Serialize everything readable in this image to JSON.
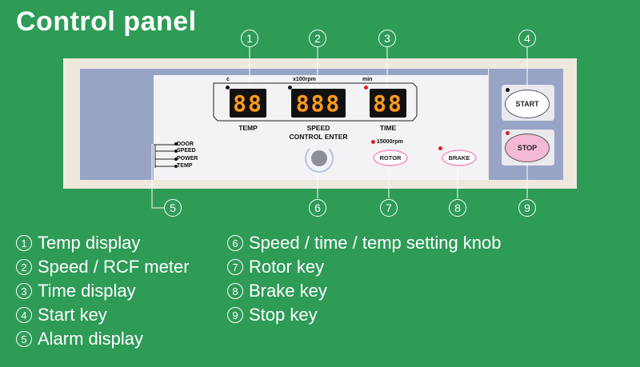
{
  "title": "Control panel",
  "panel": {
    "temp_unit": "c",
    "speed_unit": "x100rpm",
    "time_unit": "min",
    "temp_digits": "88",
    "speed_digits": "888",
    "time_digits": "88",
    "temp_label": "TEMP",
    "speed_label": "SPEED",
    "time_label": "TIME",
    "control_enter": "CONTROL ENTER",
    "alarms": [
      "DOOR",
      "SPEED",
      "POWER",
      "TEMP"
    ],
    "rotor_speed": "15000rpm",
    "rotor_key": "ROTOR",
    "brake_key": "BRAKE",
    "start_key": "START",
    "stop_key": "STOP"
  },
  "callouts": [
    "1",
    "2",
    "3",
    "4",
    "5",
    "6",
    "7",
    "8",
    "9"
  ],
  "legend": [
    {
      "num": "1",
      "text": "Temp display"
    },
    {
      "num": "2",
      "text": "Speed / RCF meter"
    },
    {
      "num": "3",
      "text": "Time display"
    },
    {
      "num": "4",
      "text": "Start key"
    },
    {
      "num": "5",
      "text": "Alarm display"
    },
    {
      "num": "6",
      "text": "Speed / time / temp setting knob"
    },
    {
      "num": "7",
      "text": "Rotor key"
    },
    {
      "num": "8",
      "text": "Brake key"
    },
    {
      "num": "9",
      "text": "Stop key"
    }
  ],
  "colors": {
    "background": "#2e9b57",
    "display_segments": "#ff9a1a",
    "stop_key": "#f4b9d4"
  }
}
